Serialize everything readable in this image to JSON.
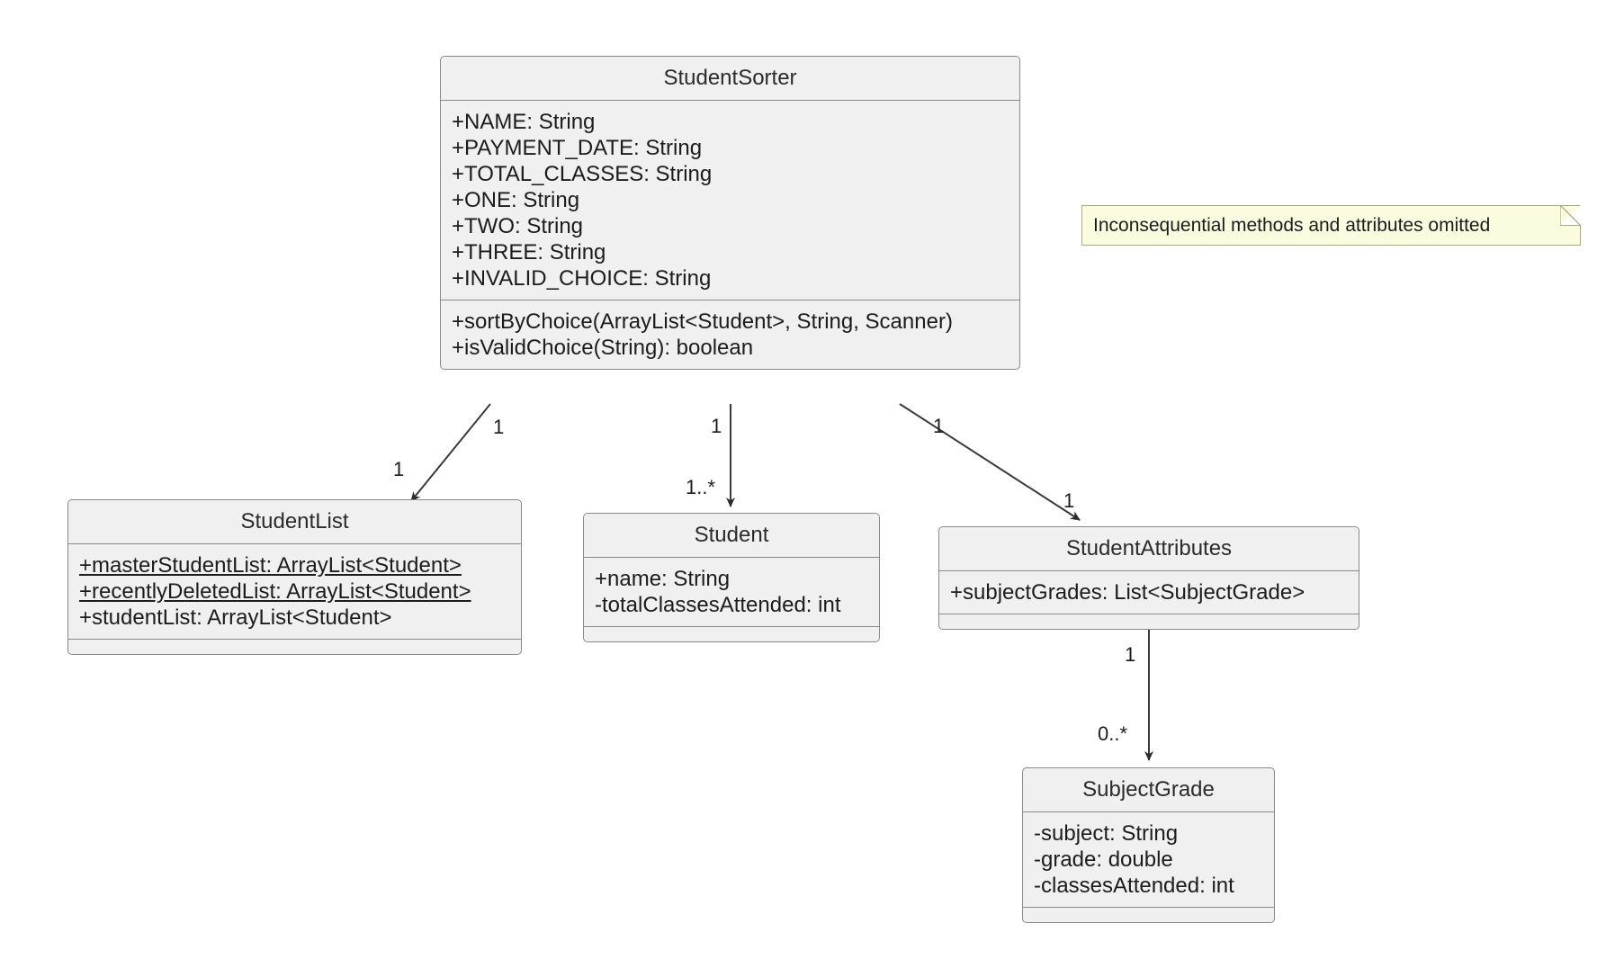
{
  "diagram": {
    "type": "uml-class-diagram",
    "background": "#ffffff",
    "class_fill": "#f0f0f0",
    "class_stroke": "#8a8a8a",
    "note_fill": "#fbfbe0",
    "note_stroke": "#a9a98a",
    "edge_color": "#333333"
  },
  "classes": {
    "student_sorter": {
      "name": "StudentSorter",
      "attributes": [
        {
          "text": "+NAME: String",
          "static": false
        },
        {
          "text": "+PAYMENT_DATE: String",
          "static": false
        },
        {
          "text": "+TOTAL_CLASSES: String",
          "static": false
        },
        {
          "text": "+ONE: String",
          "static": false
        },
        {
          "text": "+TWO: String",
          "static": false
        },
        {
          "text": "+THREE: String",
          "static": false
        },
        {
          "text": "+INVALID_CHOICE: String",
          "static": false
        }
      ],
      "methods": [
        {
          "text": "+sortByChoice(ArrayList<Student>, String, Scanner)"
        },
        {
          "text": "+isValidChoice(String): boolean"
        }
      ]
    },
    "student_list": {
      "name": "StudentList",
      "attributes": [
        {
          "text": "+masterStudentList: ArrayList<Student>",
          "static": true
        },
        {
          "text": "+recentlyDeletedList: ArrayList<Student>",
          "static": true
        },
        {
          "text": "+studentList: ArrayList<Student>",
          "static": false
        }
      ],
      "methods": []
    },
    "student": {
      "name": "Student",
      "attributes": [
        {
          "text": "+name: String",
          "static": false
        },
        {
          "text": "-totalClassesAttended: int",
          "static": false
        }
      ],
      "methods": []
    },
    "student_attributes": {
      "name": "StudentAttributes",
      "attributes": [
        {
          "text": "+subjectGrades: List<SubjectGrade>",
          "static": false
        }
      ],
      "methods": []
    },
    "subject_grade": {
      "name": "SubjectGrade",
      "attributes": [
        {
          "text": "-subject: String",
          "static": false
        },
        {
          "text": "-grade: double",
          "static": false
        },
        {
          "text": "-classesAttended: int",
          "static": false
        }
      ],
      "methods": []
    }
  },
  "note": {
    "text": "Inconsequential methods and attributes omitted"
  },
  "associations": [
    {
      "id": "sorter-to-list",
      "from": "StudentSorter",
      "to": "StudentList",
      "source_multiplicity": "1",
      "target_multiplicity": "1"
    },
    {
      "id": "sorter-to-student",
      "from": "StudentSorter",
      "to": "Student",
      "source_multiplicity": "1",
      "target_multiplicity": "1..*"
    },
    {
      "id": "sorter-to-attributes",
      "from": "StudentSorter",
      "to": "StudentAttributes",
      "source_multiplicity": "1",
      "target_multiplicity": "1"
    },
    {
      "id": "attributes-to-grade",
      "from": "StudentAttributes",
      "to": "SubjectGrade",
      "source_multiplicity": "1",
      "target_multiplicity": "0..*"
    }
  ]
}
